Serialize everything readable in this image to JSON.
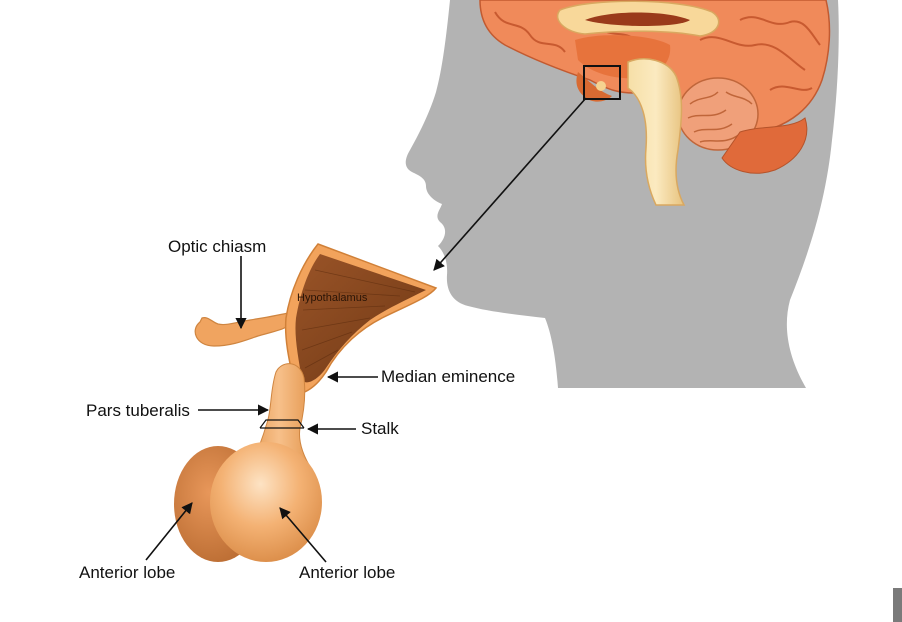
{
  "diagram": {
    "labels": {
      "optic_chiasm": "Optic chiasm",
      "hypothalamus": "Hypothalamus",
      "median_eminence": "Median eminence",
      "pars_tuberalis": "Pars tuberalis",
      "stalk": "Stalk",
      "anterior_lobe_left": "Anterior lobe",
      "anterior_lobe_right": "Anterior lobe"
    }
  },
  "colors": {
    "head_silhouette": "#b3b3b3",
    "brain_cortex": "#f08a5a",
    "brainstem": "#f3d79a",
    "cerebellum": "#f0a07a",
    "pituitary": "#f0a460",
    "hypothalamus": "#8a4a22",
    "arrow": "#111111"
  }
}
